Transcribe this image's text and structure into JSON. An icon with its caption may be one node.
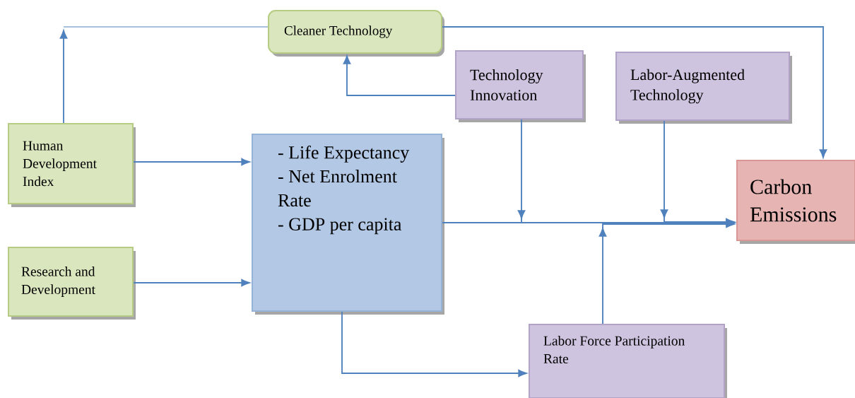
{
  "diagram": {
    "nodes": [
      {
        "text": [
          "Cleaner Technology"
        ]
      },
      {
        "text": [
          "Technology Innovation"
        ]
      },
      {
        "text": [
          "Labor-Augmented Technology"
        ]
      },
      {
        "text": [
          "Human Development Index"
        ]
      },
      {
        "text": [
          "- Life Expectancy",
          "- Net Enrolment Rate",
          "- GDP per capita"
        ]
      },
      {
        "text": [
          "Carbon Emissions"
        ]
      },
      {
        "text": [
          "Research and Development"
        ]
      },
      {
        "text": [
          "Labor Force Participation Rate"
        ]
      }
    ],
    "edges": [
      {
        "from": 3,
        "to": null,
        "arrow": "to"
      },
      {
        "from": 1,
        "to": 0,
        "arrow": "to"
      },
      {
        "from": 0,
        "to": 5,
        "arrow": "to"
      },
      {
        "from": 3,
        "to": 4,
        "arrow": "to"
      },
      {
        "from": 6,
        "to": 4,
        "arrow": "to"
      },
      {
        "from": 4,
        "to": 5,
        "arrow": "to"
      },
      {
        "from": 1,
        "to": 5,
        "arrow": "to"
      },
      {
        "from": 2,
        "to": 5,
        "arrow": "to"
      },
      {
        "from": 7,
        "to": 5,
        "arrow": "to"
      },
      {
        "from": 4,
        "to": 7,
        "arrow": "to"
      },
      {
        "from": 0,
        "to": null,
        "arrow": "none"
      }
    ]
  }
}
